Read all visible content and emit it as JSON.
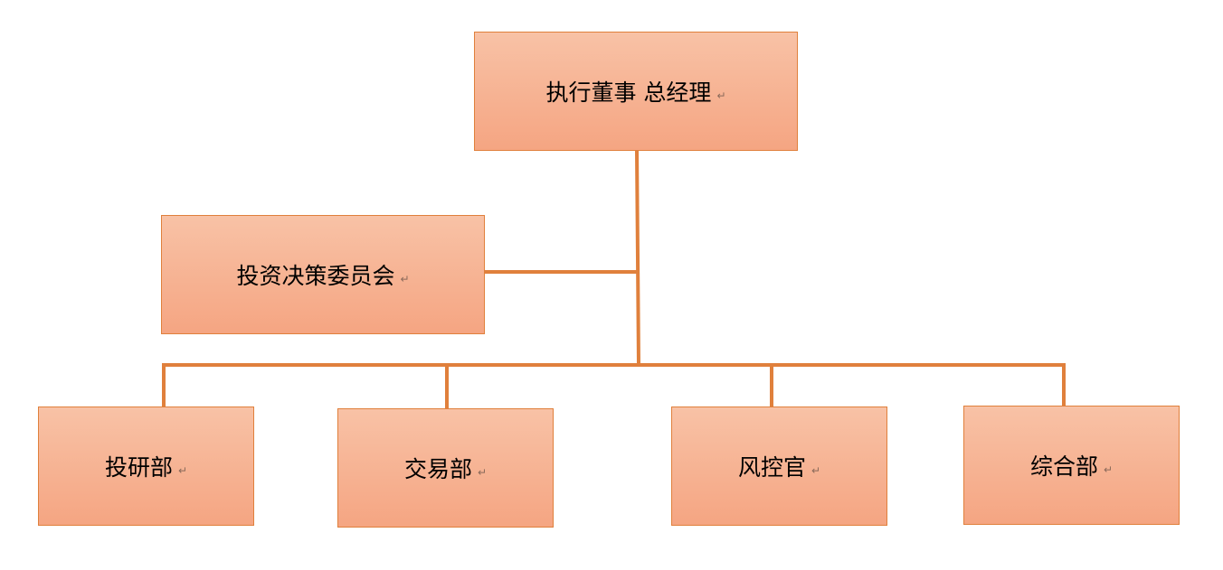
{
  "diagram": {
    "accent_color": "#e0803c",
    "node_fill_top": "#f8c2a6",
    "node_fill_bottom": "#f5a582",
    "paragraph_mark": "↵",
    "nodes": {
      "gm": "执行董事  总经理",
      "committee": "投资决策委员会",
      "research": "投研部",
      "trading": "交易部",
      "risk": "风控官",
      "general": "综合部"
    }
  }
}
